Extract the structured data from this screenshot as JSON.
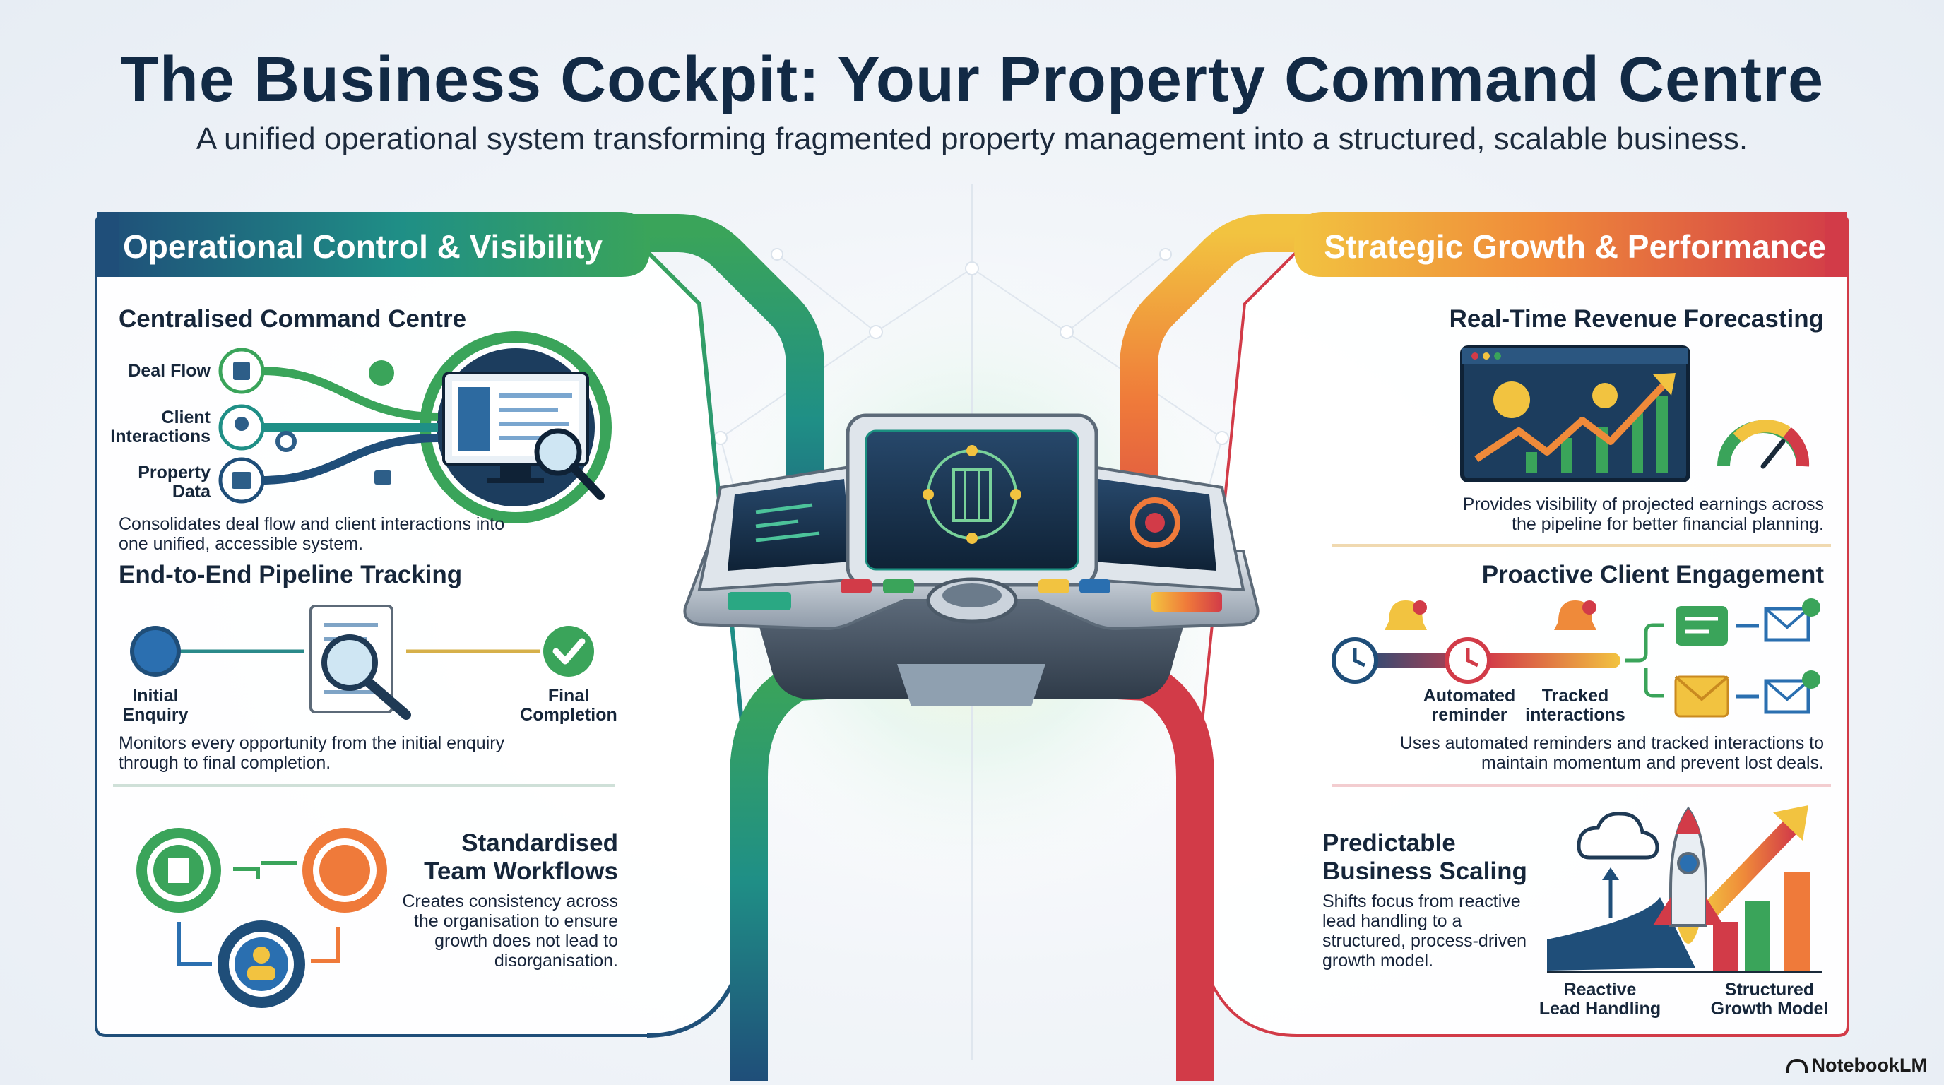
{
  "header": {
    "title": "The Business Cockpit: Your Property Command Centre",
    "subtitle": "A unified operational system transforming fragmented property management into a structured, scalable business."
  },
  "left_panel": {
    "title": "Operational Control & Visibility",
    "command_centre": {
      "heading": "Centralised Command Centre",
      "inputs": [
        "Deal Flow",
        "Client\nInteractions",
        "Property\nData"
      ],
      "description": "Consolidates deal flow and client interactions into one unified, accessible system."
    },
    "pipeline": {
      "heading": "End-to-End Pipeline Tracking",
      "start_label": "Initial\nEnquiry",
      "end_label": "Final\nCompletion",
      "description": "Monitors every opportunity from the initial enquiry through to final completion."
    },
    "workflows": {
      "heading": "Standardised\nTeam Workflows",
      "description": "Creates consistency across the organisation to ensure growth does not lead to disorganisation."
    }
  },
  "right_panel": {
    "title": "Strategic Growth & Performance",
    "forecasting": {
      "heading": "Real-Time Revenue Forecasting",
      "description": "Provides visibility of projected earnings across the pipeline for better financial planning."
    },
    "engagement": {
      "heading": "Proactive Client Engagement",
      "label_reminder": "Automated\nreminder",
      "label_tracked": "Tracked\ninteractions",
      "description": "Uses automated reminders and tracked interactions to maintain momentum and prevent lost deals."
    },
    "scaling": {
      "heading": "Predictable\nBusiness Scaling",
      "description": "Shifts focus from reactive lead handling to a structured, process-driven growth model.",
      "label_reactive": "Reactive\nLead Handling",
      "label_structured": "Structured\nGrowth Model"
    }
  },
  "footer": {
    "brand": "NotebookLM"
  },
  "colors": {
    "navy": "#1f4e79",
    "teal": "#1f8f86",
    "green": "#3aa45a",
    "orange": "#ef8a3a",
    "yellow": "#f2c340",
    "red": "#d23b48"
  }
}
